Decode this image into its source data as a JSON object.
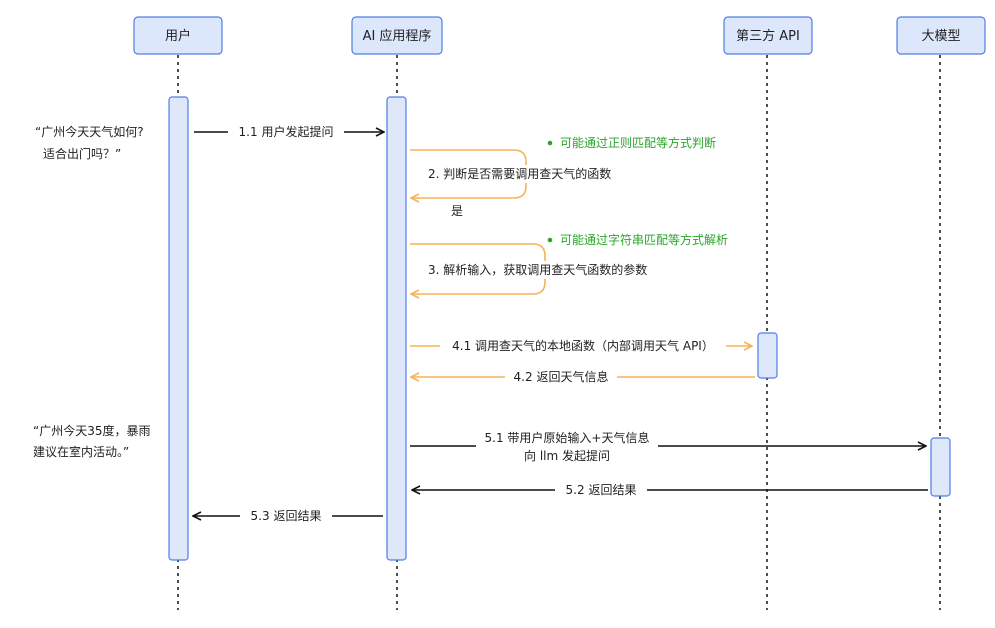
{
  "actors": {
    "user": "用户",
    "app": "AI 应用程序",
    "api": "第三方 API",
    "llm": "大模型"
  },
  "notes": {
    "user_question_line1": "“广州今天天气如何?",
    "user_question_line2": "适合出门吗？”",
    "answer_line1": "“广州今天35度，暴雨",
    "answer_line2": "建议在室内活动。”"
  },
  "messages": {
    "m1_1": "1.1 用户发起提问",
    "m2": "2. 判断是否需要调用查天气的函数",
    "m2_result": "是",
    "m2_hint": "可能通过正则匹配等方式判断",
    "m3": "3. 解析输入，获取调用查天气函数的参数",
    "m3_hint": "可能通过字符串匹配等方式解析",
    "m4_1": "4.1 调用查天气的本地函数（内部调用天气 API）",
    "m4_2": "4.2 返回天气信息",
    "m5_1_line1": "5.1 带用户原始输入+天气信息",
    "m5_1_line2": "向 llm 发起提问",
    "m5_2": "5.2 返回结果",
    "m5_3": "5.3 返回结果"
  },
  "colors": {
    "actor_fill": "#dde7fb",
    "actor_stroke": "#4f7fe3",
    "orange_arrow": "#f6b35a",
    "green_hint": "#2aa52a"
  }
}
